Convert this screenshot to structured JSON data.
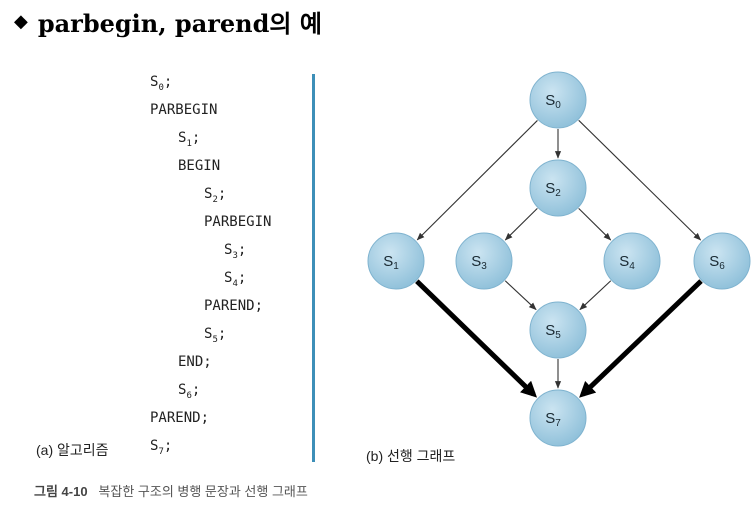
{
  "title": {
    "bullet": "◆",
    "text": "parbegin, parend의 예"
  },
  "algorithm": {
    "lines": [
      {
        "text": "S",
        "sub": "0",
        "suffix": ";"
      },
      {
        "text": "PARBEGIN",
        "sub": "",
        "suffix": ""
      },
      {
        "text": "S",
        "sub": "1",
        "suffix": ";"
      },
      {
        "text": "BEGIN",
        "sub": "",
        "suffix": ""
      },
      {
        "text": "S",
        "sub": "2",
        "suffix": ";"
      },
      {
        "text": "PARBEGIN",
        "sub": "",
        "suffix": ""
      },
      {
        "text": "S",
        "sub": "3",
        "suffix": ";"
      },
      {
        "text": "S",
        "sub": "4",
        "suffix": ";"
      },
      {
        "text": "PAREND;",
        "sub": "",
        "suffix": ""
      },
      {
        "text": "S",
        "sub": "5",
        "suffix": ";"
      },
      {
        "text": "END;",
        "sub": "",
        "suffix": ""
      },
      {
        "text": "S",
        "sub": "6",
        "suffix": ";"
      },
      {
        "text": "PAREND;",
        "sub": "",
        "suffix": ""
      },
      {
        "text": "S",
        "sub": "7",
        "suffix": ";"
      }
    ]
  },
  "captions": {
    "a": "(a) 알고리즘",
    "b": "(b) 선행 그래프",
    "figure_number": "그림 4-10",
    "figure_text": "복잡한 구조의 병행 문장과 선행 그래프"
  },
  "graph": {
    "nodes": [
      {
        "id": "S0",
        "letter": "S",
        "sub": "0"
      },
      {
        "id": "S1",
        "letter": "S",
        "sub": "1"
      },
      {
        "id": "S2",
        "letter": "S",
        "sub": "2"
      },
      {
        "id": "S3",
        "letter": "S",
        "sub": "3"
      },
      {
        "id": "S4",
        "letter": "S",
        "sub": "4"
      },
      {
        "id": "S5",
        "letter": "S",
        "sub": "5"
      },
      {
        "id": "S6",
        "letter": "S",
        "sub": "6"
      },
      {
        "id": "S7",
        "letter": "S",
        "sub": "7"
      }
    ],
    "edges": [
      {
        "from": "S0",
        "to": "S1",
        "bold": false
      },
      {
        "from": "S0",
        "to": "S2",
        "bold": false
      },
      {
        "from": "S0",
        "to": "S6",
        "bold": false
      },
      {
        "from": "S2",
        "to": "S3",
        "bold": false
      },
      {
        "from": "S2",
        "to": "S4",
        "bold": false
      },
      {
        "from": "S3",
        "to": "S5",
        "bold": false
      },
      {
        "from": "S4",
        "to": "S5",
        "bold": false
      },
      {
        "from": "S5",
        "to": "S7",
        "bold": false
      },
      {
        "from": "S1",
        "to": "S7",
        "bold": true
      },
      {
        "from": "S6",
        "to": "S7",
        "bold": true
      }
    ],
    "colors": {
      "node_fill": "#9fc9df",
      "node_edge": "#7fb3cf",
      "edge": "#333333",
      "divider": "#3d8fb8"
    }
  }
}
